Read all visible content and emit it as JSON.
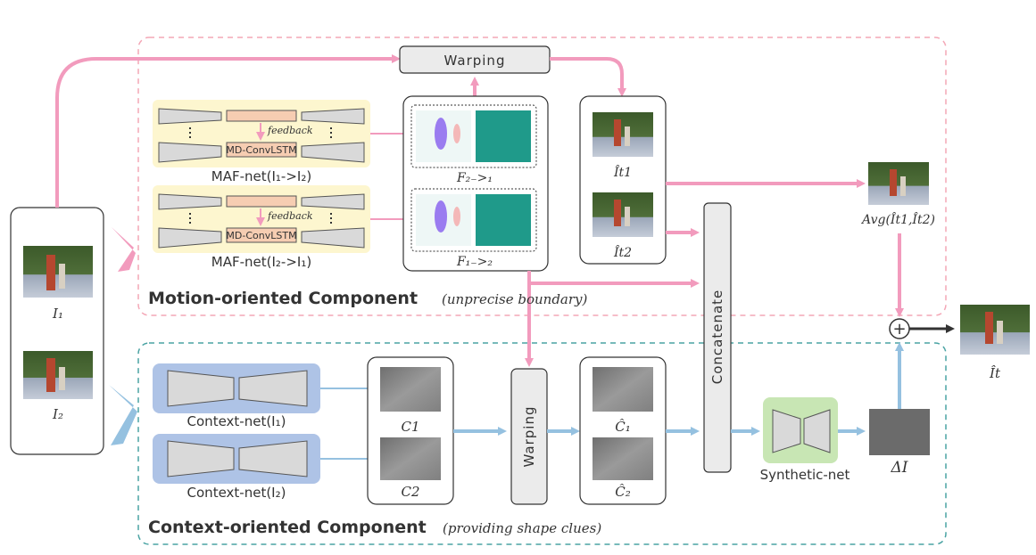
{
  "warping_top_label": "Warping",
  "warping_mid_label": "Warping",
  "concatenate_label": "Concatenate",
  "synthetic_net_label": "Synthetic-net",
  "delta_label": "ΔI",
  "feedback_label_1": "feedback",
  "feedback_label_2": "feedback",
  "md_convlstm_1": "MD-ConvLSTM",
  "md_convlstm_2": "MD-ConvLSTM",
  "maf_net_1": "MAF-net(I₁->I₂)",
  "maf_net_2": "MAF-net(I₂->I₁)",
  "flow_2_1": "F₂₋>₁",
  "flow_1_2": "F₁₋>₂",
  "input_i1": "I₁",
  "input_i2": "I₂",
  "it1_label": "Ît1",
  "it2_label": "Ît2",
  "avg_label": "Avg(Ît1,Ît2)",
  "output_label": "Ît",
  "context_net_1": "Context-net(I₁)",
  "context_net_2": "Context-net(I₂)",
  "c1_label": "C1",
  "c2_label": "C2",
  "c1_hat_label": "Ĉ₁",
  "c2_hat_label": "Ĉ₂",
  "plus_symbol": "+",
  "motion_title": "Motion-oriented Component",
  "motion_note": "(unprecise  boundary)",
  "context_title": "Context-oriented Component",
  "context_note": "(providing shape clues)",
  "colors": {
    "pink": "#f29bbd",
    "blue": "#95c1e0",
    "motion_dash": "#f4a7b6",
    "context_dash": "#4aa3a3",
    "maf_bg": "#fdf6cf",
    "context_bg": "#aec3e6",
    "synthetic_bg": "#c8e6b4",
    "md_bg": "#f6cdb2"
  }
}
